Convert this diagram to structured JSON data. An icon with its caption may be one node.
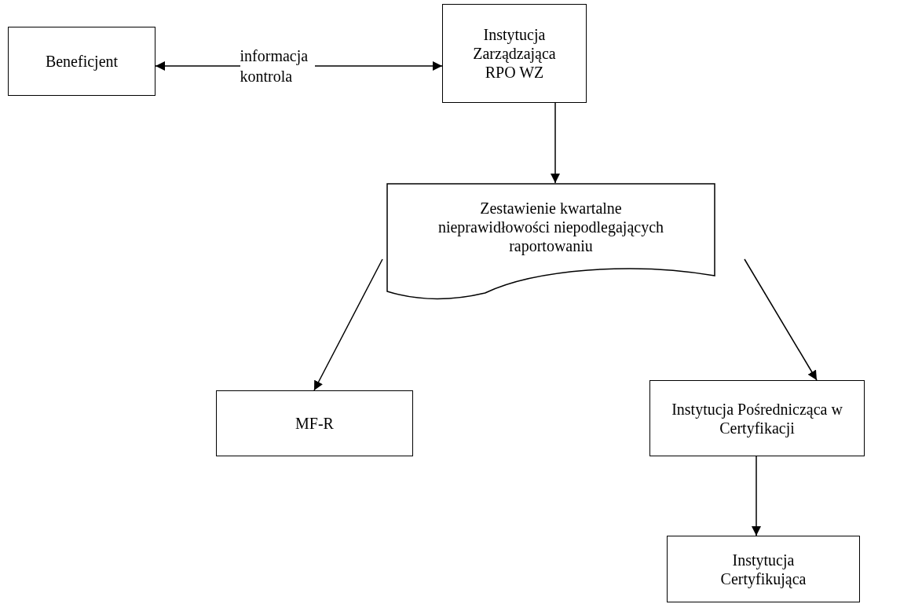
{
  "diagram": {
    "nodes": [
      {
        "text": [
          "Beneficjent"
        ]
      },
      {
        "text": [
          "Instytucja Zarządzająca RPO WZ"
        ]
      },
      {
        "text": [
          "Zestawienie kwartalne nieprawidłowości niepodlegających raportowaniu"
        ]
      },
      {
        "text": [
          "MF-R"
        ]
      },
      {
        "text": [
          "Instytucja Pośrednicząca w Certyfikacji"
        ]
      },
      {
        "text": [
          "Instytucja Certyfikująca"
        ]
      }
    ],
    "edges": [
      {
        "from": 0,
        "to": 1,
        "arrow": "both",
        "label": "informacja kontrola"
      },
      {
        "from": 1,
        "to": 2,
        "arrow": "to"
      },
      {
        "from": 2,
        "to": 3,
        "arrow": "to"
      },
      {
        "from": 2,
        "to": 4,
        "arrow": "to"
      },
      {
        "from": 4,
        "to": 5,
        "arrow": "to"
      }
    ]
  }
}
